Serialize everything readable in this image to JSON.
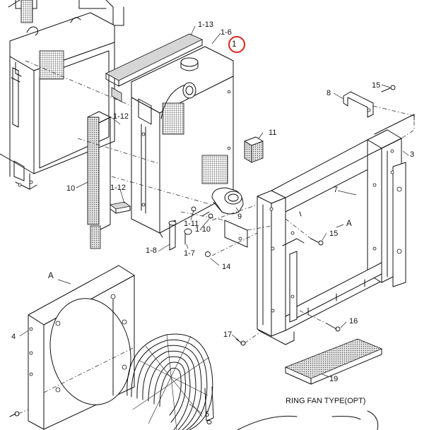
{
  "labels": {
    "p1": "1",
    "p1_6": "1-6",
    "p1_13": "1-13",
    "p1_12a": "1-12",
    "p1_12b": "1-12",
    "p1_11": "1-11",
    "p1_10": "1-10",
    "p1_8": "1-8",
    "p1_7": "1-7",
    "p3": "3",
    "p4": "4",
    "p5": "5",
    "p7": "7",
    "p8": "8",
    "p9": "9",
    "p10": "10",
    "p11": "11",
    "p14": "14",
    "p15a": "15",
    "p15b": "15",
    "p16": "16",
    "p17": "17",
    "p19": "19",
    "refA1": "A",
    "refA2": "A"
  },
  "caption": "RING FAN TYPE(OPT)",
  "highlight": {
    "target": "1",
    "color": "#e0211b"
  }
}
